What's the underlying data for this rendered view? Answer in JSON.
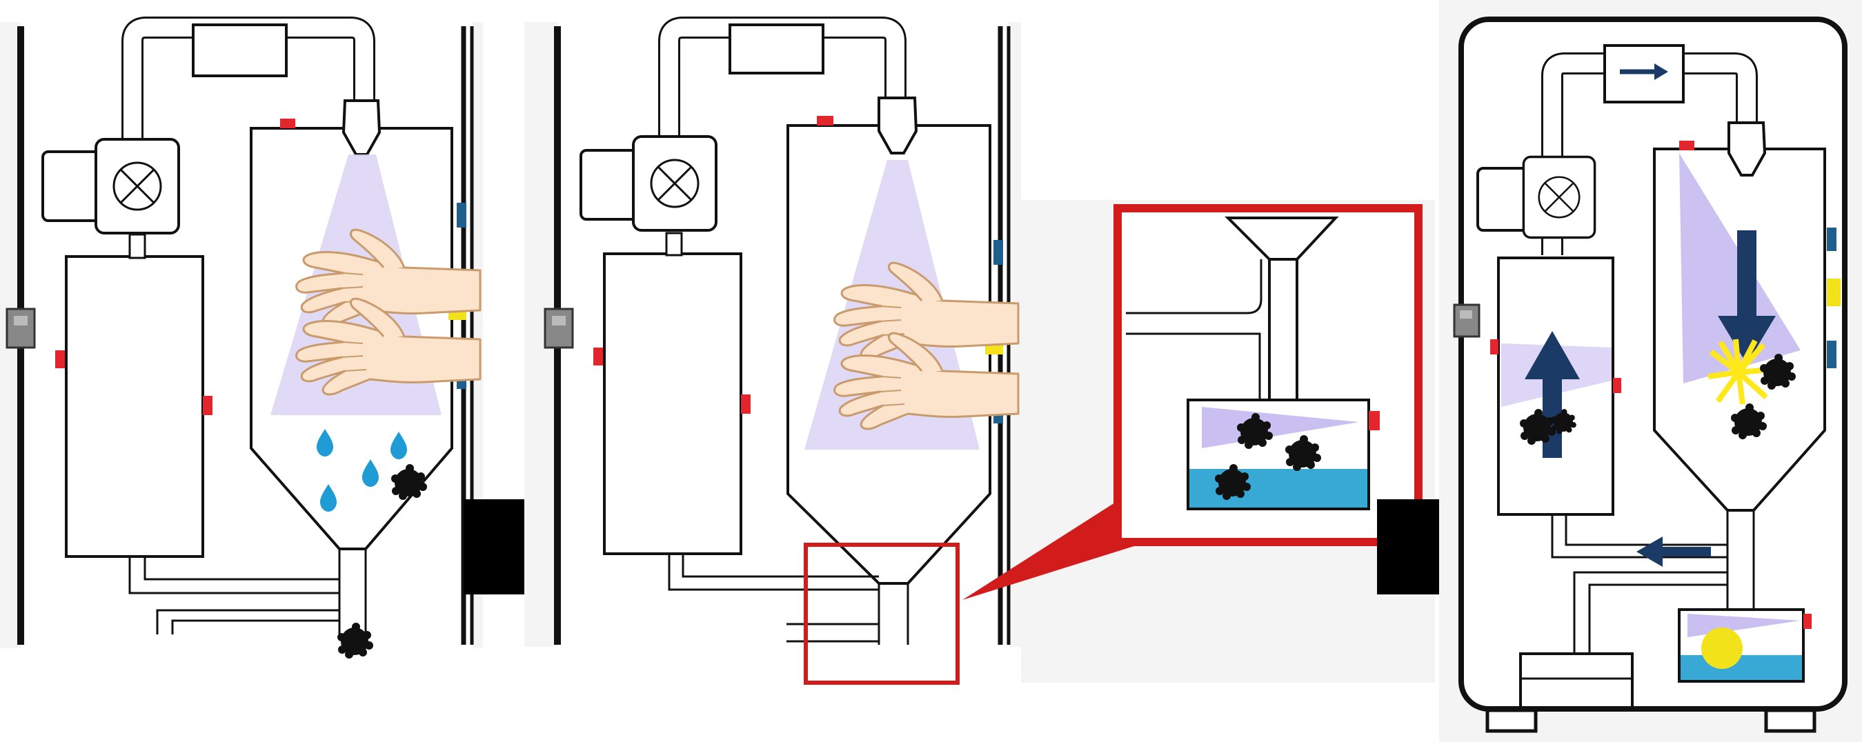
{
  "colors": {
    "outline": "#111111",
    "pipe": "#ffffff",
    "uv_light": "#ddd6f6",
    "uv_light_strong": "#c9bff0",
    "water_drop": "#1f9bd6",
    "water_tank": "#38a9d4",
    "sensor_red": "#e3262d",
    "sensor_blue": "#1f5f8e",
    "sensor_yellow": "#f2e21a",
    "flow_arrow": "#1b3a66",
    "stage_arrow": "#000000",
    "zoom_frame": "#d21b1b",
    "hand_skin": "#fbe3cc",
    "hand_outline": "#c99a6c",
    "particle": "#111111",
    "uv_burst": "#ffe81a"
  },
  "icons": [
    "fan-icon",
    "hand-icon",
    "water-drop-icon",
    "dust-particle-icon",
    "flow-arrow-icon",
    "stage-arrow-icon",
    "uv-burst-icon"
  ],
  "stages": [
    "hand-dryer-drying",
    "hand-dryer-uv-light",
    "drain-tank-zoom",
    "cleaning-cycle"
  ]
}
